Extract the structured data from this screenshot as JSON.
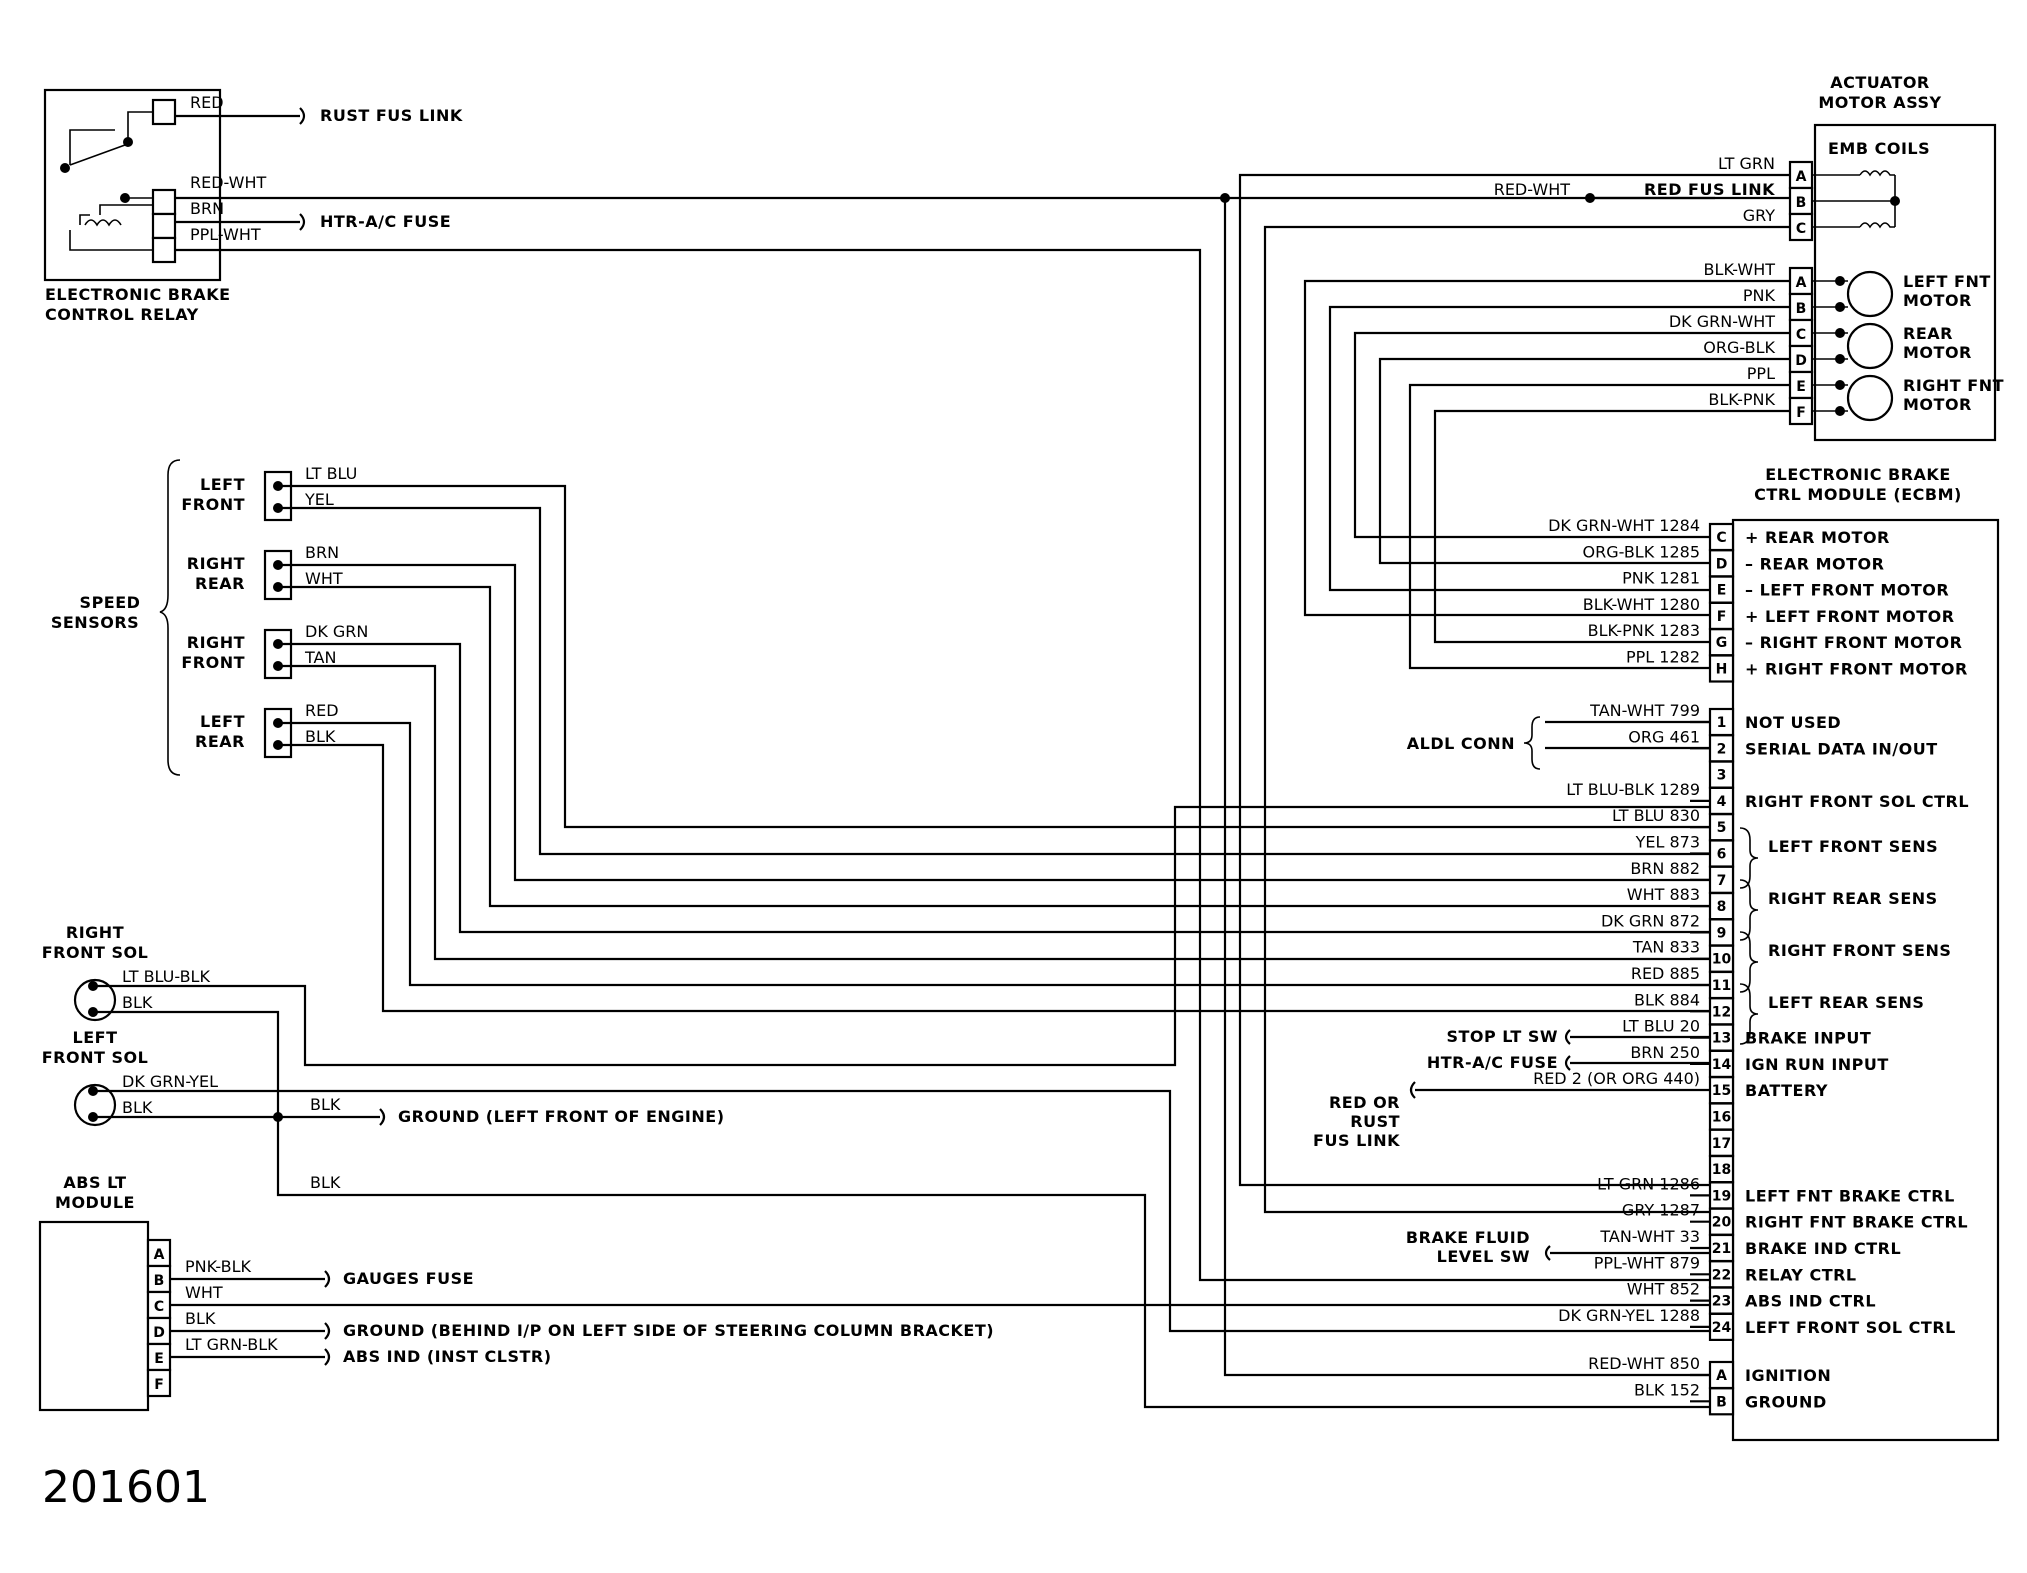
{
  "figure_number": "201601",
  "relay": {
    "title": [
      "ELECTRONIC BRAKE",
      "CONTROL RELAY"
    ],
    "wires": [
      "RED",
      "RED-WHT",
      "BRN",
      "PPL-WHT"
    ],
    "destinations": [
      "RUST FUS LINK",
      "HTR-A/C FUSE"
    ]
  },
  "actuator": {
    "title": [
      "ACTUATOR",
      "MOTOR ASSY"
    ],
    "emb_coils": "EMB COILS",
    "coil_wires": [
      {
        "pin": "A",
        "wire": "LT GRN"
      },
      {
        "pin": "B",
        "wire": "RED FUS LINK"
      },
      {
        "pin": "C",
        "wire": "GRY"
      }
    ],
    "red_wht_label": "RED-WHT",
    "motor_wires": [
      {
        "pin": "A",
        "wire": "BLK-WHT"
      },
      {
        "pin": "B",
        "wire": "PNK"
      },
      {
        "pin": "C",
        "wire": "DK GRN-WHT"
      },
      {
        "pin": "D",
        "wire": "ORG-BLK"
      },
      {
        "pin": "E",
        "wire": "PPL"
      },
      {
        "pin": "F",
        "wire": "BLK-PNK"
      }
    ],
    "motors": [
      "LEFT FNT\nMOTOR",
      "REAR\nMOTOR",
      "RIGHT FNT\nMOTOR"
    ]
  },
  "sensors": {
    "group_label": [
      "SPEED",
      "SENSORS"
    ],
    "items": [
      {
        "name": [
          "LEFT",
          "FRONT"
        ],
        "wires": [
          "LT BLU",
          "YEL"
        ]
      },
      {
        "name": [
          "RIGHT",
          "REAR"
        ],
        "wires": [
          "BRN",
          "WHT"
        ]
      },
      {
        "name": [
          "RIGHT",
          "FRONT"
        ],
        "wires": [
          "DK GRN",
          "TAN"
        ]
      },
      {
        "name": [
          "LEFT",
          "REAR"
        ],
        "wires": [
          "RED",
          "BLK"
        ]
      }
    ]
  },
  "solenoids": {
    "right": {
      "name": [
        "RIGHT",
        "FRONT SOL"
      ],
      "wires": [
        "LT BLU-BLK",
        "BLK"
      ]
    },
    "left": {
      "name": [
        "LEFT",
        "FRONT SOL"
      ],
      "wires": [
        "DK GRN-YEL",
        "BLK"
      ]
    },
    "ground_wire": "BLK",
    "ground_label": "GROUND (LEFT FRONT OF ENGINE)",
    "blk_lower": "BLK"
  },
  "abs_module": {
    "title": [
      "ABS LT",
      "MODULE"
    ],
    "pins": [
      {
        "pin": "A",
        "wire": "",
        "dest": ""
      },
      {
        "pin": "B",
        "wire": "PNK-BLK",
        "dest": "GAUGES FUSE"
      },
      {
        "pin": "C",
        "wire": "WHT",
        "dest": ""
      },
      {
        "pin": "D",
        "wire": "BLK",
        "dest": "GROUND (BEHIND I/P ON LEFT SIDE OF STEERING COLUMN BRACKET)"
      },
      {
        "pin": "E",
        "wire": "LT GRN-BLK",
        "dest": "ABS IND (INST CLSTR)"
      },
      {
        "pin": "F",
        "wire": "",
        "dest": ""
      }
    ]
  },
  "ecbm": {
    "title": [
      "ELECTRONIC BRAKE",
      "CTRL MODULE (ECBM)"
    ],
    "top_pins": [
      {
        "pin": "C",
        "wire": "DK GRN-WHT 1284",
        "func": "+ REAR MOTOR"
      },
      {
        "pin": "D",
        "wire": "ORG-BLK 1285",
        "func": "– REAR MOTOR"
      },
      {
        "pin": "E",
        "wire": "PNK 1281",
        "func": "– LEFT FRONT MOTOR"
      },
      {
        "pin": "F",
        "wire": "BLK-WHT 1280",
        "func": "+ LEFT FRONT MOTOR"
      },
      {
        "pin": "G",
        "wire": "BLK-PNK 1283",
        "func": "– RIGHT FRONT MOTOR"
      },
      {
        "pin": "H",
        "wire": "PPL 1282",
        "func": "+ RIGHT FRONT MOTOR"
      }
    ],
    "pins": [
      {
        "pin": "1",
        "wire": "TAN-WHT 799",
        "func": "NOT USED"
      },
      {
        "pin": "2",
        "wire": "ORG 461",
        "func": "SERIAL DATA IN/OUT"
      },
      {
        "pin": "3",
        "wire": "",
        "func": ""
      },
      {
        "pin": "4",
        "wire": "LT BLU-BLK 1289",
        "func": "RIGHT FRONT SOL CTRL"
      },
      {
        "pin": "5",
        "wire": "LT BLU 830",
        "func": ""
      },
      {
        "pin": "6",
        "wire": "YEL 873",
        "func": ""
      },
      {
        "pin": "7",
        "wire": "BRN 882",
        "func": ""
      },
      {
        "pin": "8",
        "wire": "WHT 883",
        "func": ""
      },
      {
        "pin": "9",
        "wire": "DK GRN 872",
        "func": ""
      },
      {
        "pin": "10",
        "wire": "TAN 833",
        "func": ""
      },
      {
        "pin": "11",
        "wire": "RED 885",
        "func": ""
      },
      {
        "pin": "12",
        "wire": "BLK 884",
        "func": ""
      },
      {
        "pin": "13",
        "wire": "LT BLU 20",
        "func": "BRAKE INPUT"
      },
      {
        "pin": "14",
        "wire": "BRN 250",
        "func": "IGN RUN INPUT"
      },
      {
        "pin": "15",
        "wire": "RED 2 (OR ORG 440)",
        "func": "BATTERY"
      },
      {
        "pin": "16",
        "wire": "",
        "func": ""
      },
      {
        "pin": "17",
        "wire": "",
        "func": ""
      },
      {
        "pin": "18",
        "wire": "",
        "func": ""
      },
      {
        "pin": "19",
        "wire": "LT GRN 1286",
        "func": "LEFT FNT BRAKE CTRL"
      },
      {
        "pin": "20",
        "wire": "GRY 1287",
        "func": "RIGHT FNT BRAKE CTRL"
      },
      {
        "pin": "21",
        "wire": "TAN-WHT 33",
        "func": "BRAKE IND CTRL"
      },
      {
        "pin": "22",
        "wire": "PPL-WHT 879",
        "func": "RELAY CTRL"
      },
      {
        "pin": "23",
        "wire": "WHT 852",
        "func": "ABS IND CTRL"
      },
      {
        "pin": "24",
        "wire": "DK GRN-YEL 1288",
        "func": "LEFT FRONT SOL CTRL"
      }
    ],
    "sens_groups": [
      "LEFT FRONT SENS",
      "RIGHT REAR SENS",
      "RIGHT FRONT SENS",
      "LEFT REAR SENS"
    ],
    "bottom_pins": [
      {
        "pin": "A",
        "wire": "RED-WHT 850",
        "func": "IGNITION"
      },
      {
        "pin": "B",
        "wire": "BLK 152",
        "func": "GROUND"
      }
    ],
    "ext_labels": {
      "aldl": "ALDL CONN",
      "stop_lt_sw": "STOP LT SW",
      "htr_ac_fuse": "HTR-A/C FUSE",
      "red_or_rust": [
        "RED OR",
        "RUST",
        "FUS LINK"
      ],
      "brake_fluid": [
        "BRAKE FLUID",
        "LEVEL SW"
      ]
    }
  }
}
